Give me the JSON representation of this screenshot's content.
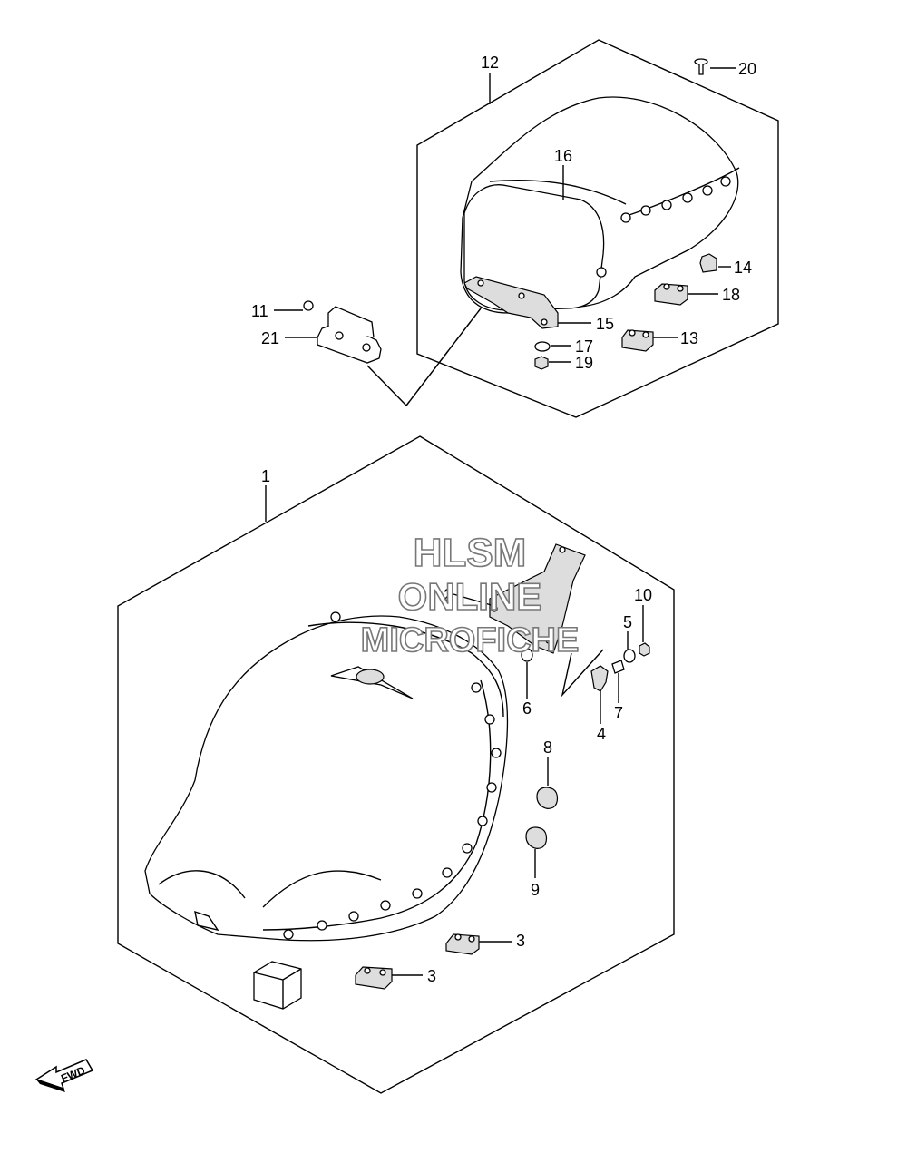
{
  "watermark": {
    "line1": "HLSM",
    "line2": "ONLINE",
    "line3": "MICROFICHE"
  },
  "fwd_label": "FWD",
  "callouts": {
    "c1": "1",
    "c2": "2",
    "c3a": "3",
    "c3b": "3",
    "c4": "4",
    "c5": "5",
    "c6": "6",
    "c7": "7",
    "c8": "8",
    "c9": "9",
    "c10": "10",
    "c11": "11",
    "c12": "12",
    "c13": "13",
    "c14": "14",
    "c15": "15",
    "c16": "16",
    "c17": "17",
    "c18": "18",
    "c19": "19",
    "c20": "20",
    "c21": "21"
  }
}
